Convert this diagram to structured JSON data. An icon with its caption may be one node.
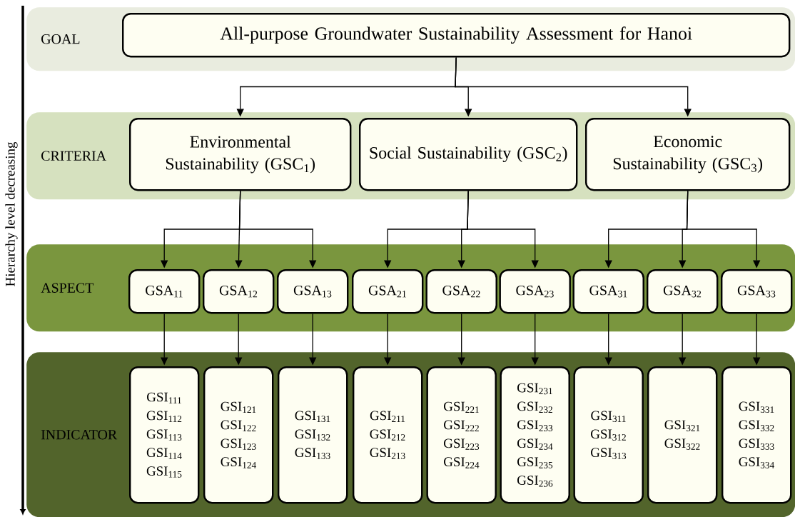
{
  "diagram": {
    "nodes": [
      {
        "text": [
          "GOAL"
        ]
      },
      {
        "text": [
          "All-purpose Groundwater Sustainability Assessment for Hanoi"
        ],
        "in": 0
      },
      {
        "text": [
          "CRITERIA"
        ]
      },
      {
        "text": [
          "Environmental Sustainability (GSC$_{1}$)"
        ],
        "in": 2
      },
      {
        "text": [
          "Social Sustainability (GSC$_{2}$)"
        ],
        "in": 2
      },
      {
        "text": [
          "Economic Sustainability (GSC$_{3}$)"
        ],
        "in": 2
      },
      {
        "text": [
          "ASPECT"
        ]
      },
      {
        "text": [
          "GSA$_{11}$"
        ],
        "in": 6
      },
      {
        "text": [
          "GSA$_{12}$"
        ],
        "in": 6
      },
      {
        "text": [
          "GSA$_{13}$"
        ],
        "in": 6
      },
      {
        "text": [
          "GSA$_{21}$"
        ],
        "in": 6
      },
      {
        "text": [
          "GSA$_{22}$"
        ],
        "in": 6
      },
      {
        "text": [
          "GSA$_{23}$"
        ],
        "in": 6
      },
      {
        "text": [
          "GSA$_{31}$"
        ],
        "in": 6
      },
      {
        "text": [
          "GSA$_{32}$"
        ],
        "in": 6
      },
      {
        "text": [
          "GSA$_{33}$"
        ],
        "in": 6
      },
      {
        "text": [
          "INDICATOR"
        ]
      },
      {
        "text": [
          "GSI$_{111}$",
          "GSI$_{112}$",
          "GSI$_{113}$",
          "GSI$_{114}$",
          "GSI$_{115}$"
        ],
        "in": 16
      },
      {
        "text": [
          "GSI$_{121}$",
          "GSI$_{122}$",
          "GSI$_{123}$",
          "GSI$_{124}$"
        ],
        "in": 16
      },
      {
        "text": [
          "GSI$_{131}$",
          "GSI$_{132}$",
          "GSI$_{133}$"
        ],
        "in": 16
      },
      {
        "text": [
          "GSI$_{211}$",
          "GSI$_{212}$",
          "GSI$_{213}$"
        ],
        "in": 16
      },
      {
        "text": [
          "GSI$_{221}$",
          "GSI$_{222}$",
          "GSI$_{223}$",
          "GSI$_{224}$"
        ],
        "in": 16
      },
      {
        "text": [
          "GSI$_{231}$",
          "GSI$_{232}$",
          "GSI$_{233}$",
          "GSI$_{234}$",
          "GSI$_{235}$",
          "GSI$_{236}$"
        ],
        "in": 16
      },
      {
        "text": [
          "GSI$_{311}$",
          "GSI$_{312}$",
          "GSI$_{313}$"
        ],
        "in": 16
      },
      {
        "text": [
          "GSI$_{321}$",
          "GSI$_{322}$"
        ],
        "in": 16
      },
      {
        "text": [
          "GSI$_{331}$",
          "GSI$_{332}$",
          "GSI$_{333}$",
          "GSI$_{334}$"
        ],
        "in": 16
      }
    ],
    "edges": [
      {
        "from": 1,
        "to": 3,
        "arrow": "to"
      },
      {
        "from": 1,
        "to": 4,
        "arrow": "to"
      },
      {
        "from": 1,
        "to": 5,
        "arrow": "to"
      },
      {
        "from": 3,
        "to": 7,
        "arrow": "to"
      },
      {
        "from": 3,
        "to": 8,
        "arrow": "to"
      },
      {
        "from": 3,
        "to": 9,
        "arrow": "to"
      },
      {
        "from": 4,
        "to": 10,
        "arrow": "to"
      },
      {
        "from": 4,
        "to": 11,
        "arrow": "to"
      },
      {
        "from": 4,
        "to": 12,
        "arrow": "to"
      },
      {
        "from": 5,
        "to": 13,
        "arrow": "to"
      },
      {
        "from": 5,
        "to": 14,
        "arrow": "to"
      },
      {
        "from": 5,
        "to": 15,
        "arrow": "to"
      },
      {
        "from": 7,
        "to": 17,
        "arrow": "to"
      },
      {
        "from": 8,
        "to": 18,
        "arrow": "to"
      },
      {
        "from": 9,
        "to": 19,
        "arrow": "to"
      },
      {
        "from": 10,
        "to": 20,
        "arrow": "to"
      },
      {
        "from": 11,
        "to": 21,
        "arrow": "to"
      },
      {
        "from": 12,
        "to": 22,
        "arrow": "to"
      },
      {
        "from": 13,
        "to": 23,
        "arrow": "to"
      },
      {
        "from": 14,
        "to": 24,
        "arrow": "to"
      },
      {
        "from": 15,
        "to": 25,
        "arrow": "to"
      }
    ],
    "labels": [
      "Hierarchy level decreasing"
    ]
  }
}
